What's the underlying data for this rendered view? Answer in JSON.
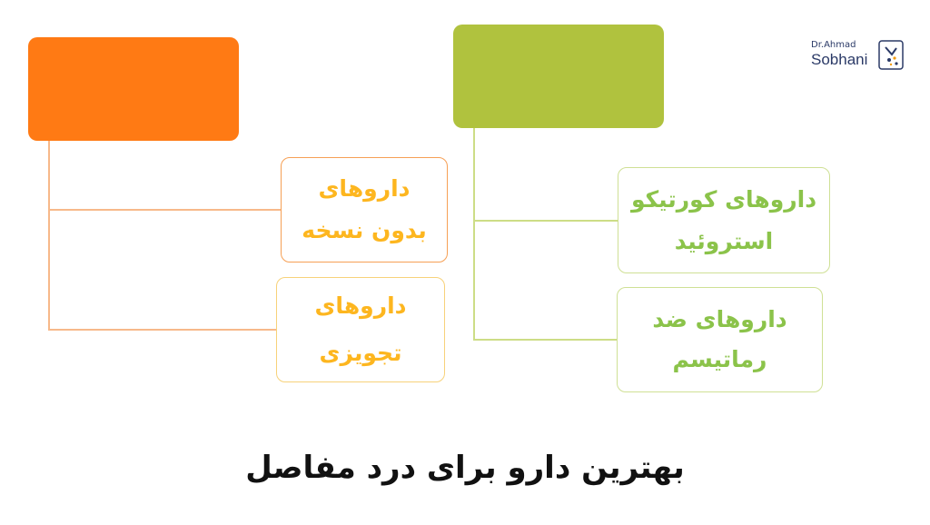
{
  "diagram": {
    "left_root": {
      "label": "",
      "color": "#ff7a14"
    },
    "right_root": {
      "label": "",
      "color": "#b0c23e"
    },
    "left_children": [
      {
        "label": "داروهای\nبدون نسخه"
      },
      {
        "label": "داروهای\nتجویزی"
      }
    ],
    "right_children": [
      {
        "label": "داروهای کورتیکو\nاستروئید"
      },
      {
        "label": "داروهای ضد\nرماتیسم"
      }
    ]
  },
  "title": "بهترین دارو برای درد مفاصل",
  "logo": {
    "line1": "Dr.Ahmad",
    "line2": "Sobhani"
  }
}
